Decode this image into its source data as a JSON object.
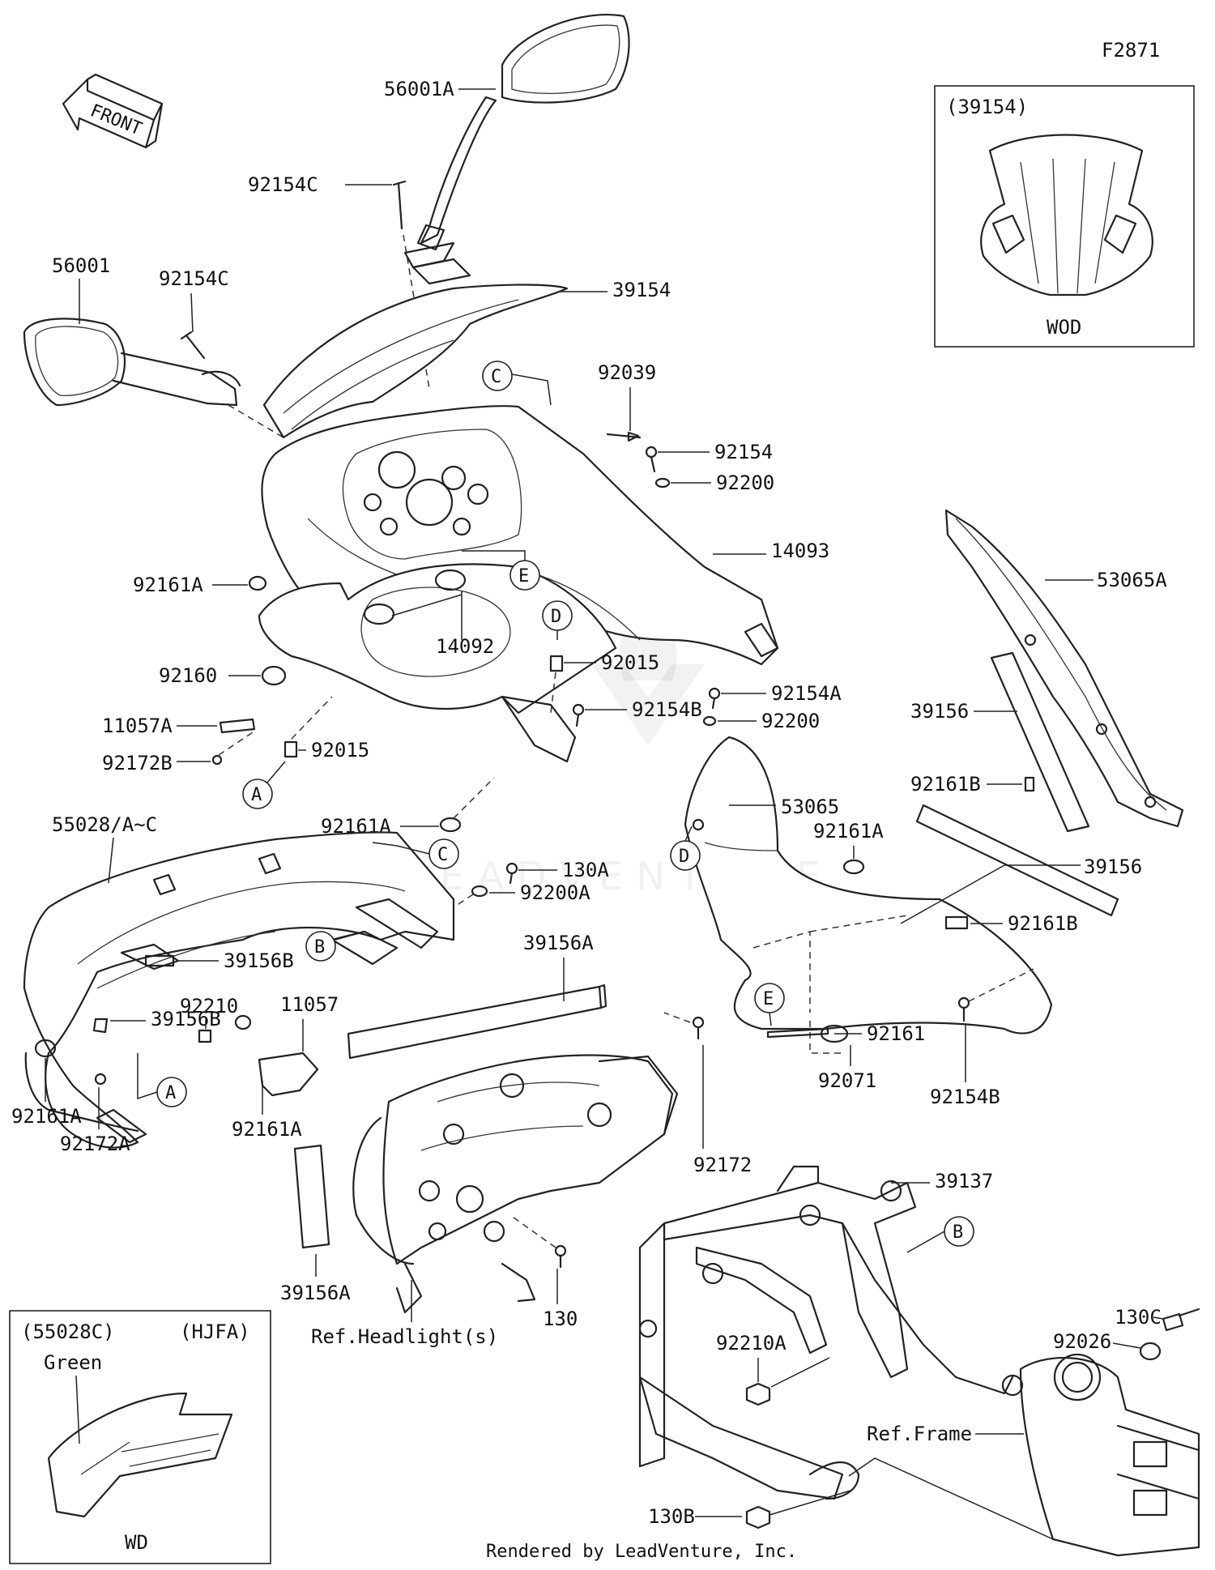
{
  "diagram_code": "F2871",
  "footer": "Rendered by LeadVenture, Inc.",
  "watermark": "LEADVENTURE",
  "front_arrow_label": "FRONT",
  "inset_windshield": {
    "part_ref": "(39154)",
    "variant": "WOD"
  },
  "inset_cowl": {
    "part_ref": "(55028C)",
    "market": "(HJFA)",
    "color": "Green",
    "variant": "WD"
  },
  "ref_labels": {
    "headlight": "Ref.Headlight(s)",
    "frame": "Ref.Frame"
  },
  "parts": {
    "p56001A": "56001A",
    "p92154C_top": "92154C",
    "p56001": "56001",
    "p92154C": "92154C",
    "p39154": "39154",
    "p92039": "92039",
    "p92154": "92154",
    "p92200": "92200",
    "p14093": "14093",
    "p92161A_1": "92161A",
    "p14092": "14092",
    "p92160": "92160",
    "p92015_1": "92015",
    "p92154B_1": "92154B",
    "p11057A": "11057A",
    "p92172B": "92172B",
    "p92015_2": "92015",
    "p92161A_2": "92161A",
    "p92154A": "92154A",
    "p92200_2": "92200",
    "p53065": "53065",
    "p53065A": "53065A",
    "p39156_1": "39156",
    "p92161B_1": "92161B",
    "p92161A_3": "92161A",
    "p39156_2": "39156",
    "p92161B_2": "92161B",
    "p92071": "92071",
    "p92154B_2": "92154B",
    "p55028": "55028/A~C",
    "p130A": "130A",
    "p92200A": "92200A",
    "p39156B_1": "39156B",
    "p39156B_2": "39156B",
    "p39156A_1": "39156A",
    "p92210": "92210",
    "p11057": "11057",
    "p92161A_4": "92161A",
    "p92161A_5": "92161A",
    "p92172A": "92172A",
    "p92172": "92172",
    "p130": "130",
    "p39156A_2": "39156A",
    "p92161": "92161",
    "p39137": "39137",
    "p130C": "130C",
    "p92026": "92026",
    "p92210A": "92210A",
    "p130B": "130B"
  },
  "connectors": [
    "A",
    "B",
    "C",
    "D",
    "E"
  ]
}
